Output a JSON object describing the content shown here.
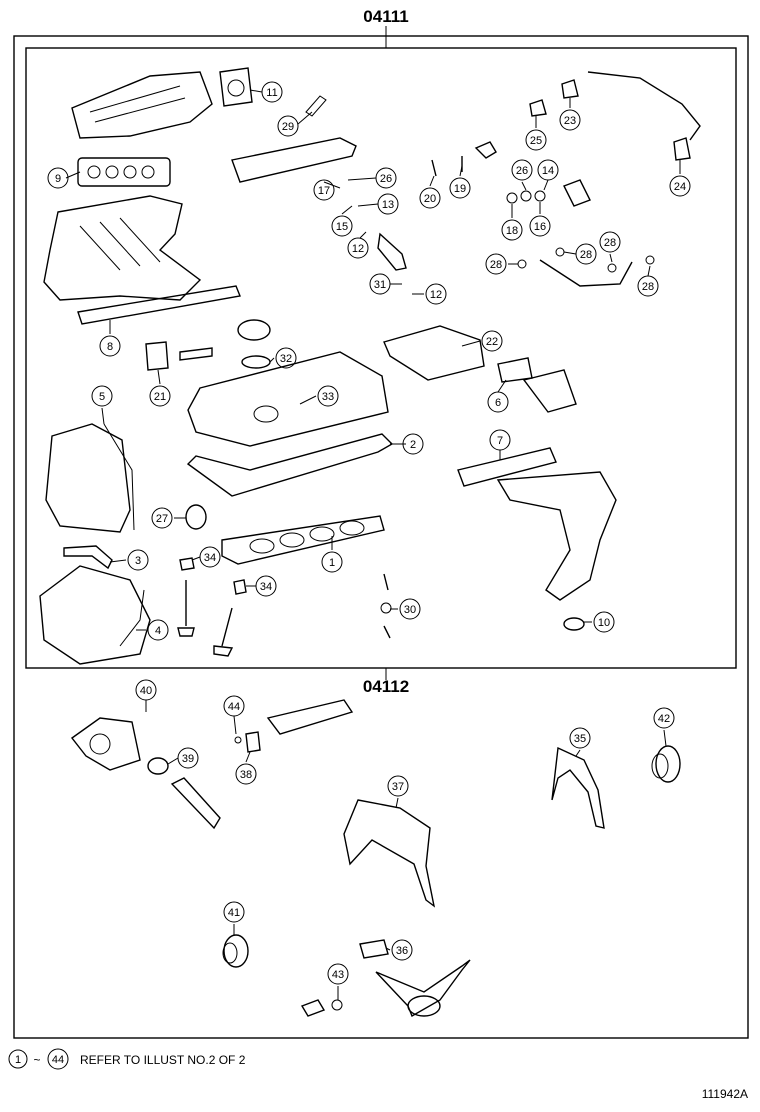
{
  "diagram": {
    "kit_code_upper": "04111",
    "kit_code_lower": "04112",
    "illustration_id": "111942A",
    "footnote": {
      "from": "1",
      "tilde": "~",
      "to": "44",
      "text": "REFER TO ILLUST NO.2 OF 2"
    },
    "callouts": [
      {
        "n": "1"
      },
      {
        "n": "2"
      },
      {
        "n": "3"
      },
      {
        "n": "4"
      },
      {
        "n": "5"
      },
      {
        "n": "6"
      },
      {
        "n": "7"
      },
      {
        "n": "8"
      },
      {
        "n": "9"
      },
      {
        "n": "10"
      },
      {
        "n": "11"
      },
      {
        "n": "12"
      },
      {
        "n": "12"
      },
      {
        "n": "13"
      },
      {
        "n": "14"
      },
      {
        "n": "15"
      },
      {
        "n": "16"
      },
      {
        "n": "17"
      },
      {
        "n": "18"
      },
      {
        "n": "19"
      },
      {
        "n": "20"
      },
      {
        "n": "21"
      },
      {
        "n": "22"
      },
      {
        "n": "23"
      },
      {
        "n": "24"
      },
      {
        "n": "25"
      },
      {
        "n": "26"
      },
      {
        "n": "26"
      },
      {
        "n": "27"
      },
      {
        "n": "28"
      },
      {
        "n": "28"
      },
      {
        "n": "28"
      },
      {
        "n": "28"
      },
      {
        "n": "29"
      },
      {
        "n": "30"
      },
      {
        "n": "31"
      },
      {
        "n": "32"
      },
      {
        "n": "33"
      },
      {
        "n": "34"
      },
      {
        "n": "34"
      },
      {
        "n": "35"
      },
      {
        "n": "36"
      },
      {
        "n": "37"
      },
      {
        "n": "38"
      },
      {
        "n": "39"
      },
      {
        "n": "40"
      },
      {
        "n": "41"
      },
      {
        "n": "42"
      },
      {
        "n": "43"
      },
      {
        "n": "44"
      }
    ]
  }
}
